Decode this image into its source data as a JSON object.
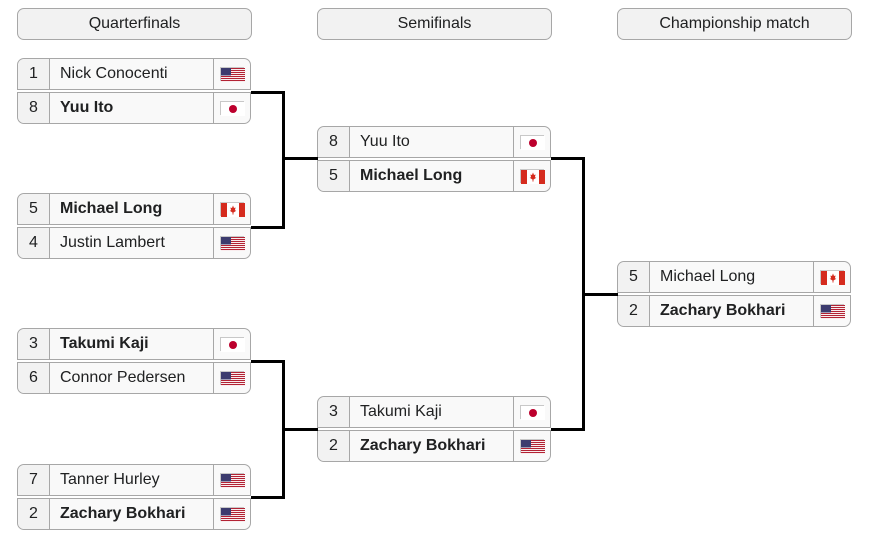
{
  "rounds": {
    "quarterfinals": "Quarterfinals",
    "semifinals": "Semifinals",
    "final": "Championship match"
  },
  "quarterfinals": [
    {
      "top": {
        "seed": "1",
        "name": "Nick Conocenti",
        "flag": "us-flag-icon",
        "winner": false
      },
      "bottom": {
        "seed": "8",
        "name": "Yuu Ito",
        "flag": "japan-flag-icon",
        "winner": true
      }
    },
    {
      "top": {
        "seed": "5",
        "name": "Michael Long",
        "flag": "canada-flag-icon",
        "winner": true
      },
      "bottom": {
        "seed": "4",
        "name": "Justin Lambert",
        "flag": "us-flag-icon",
        "winner": false
      }
    },
    {
      "top": {
        "seed": "3",
        "name": "Takumi Kaji",
        "flag": "japan-flag-icon",
        "winner": true
      },
      "bottom": {
        "seed": "6",
        "name": "Connor Pedersen",
        "flag": "us-flag-icon",
        "winner": false
      }
    },
    {
      "top": {
        "seed": "7",
        "name": "Tanner Hurley",
        "flag": "us-flag-icon",
        "winner": false
      },
      "bottom": {
        "seed": "2",
        "name": "Zachary Bokhari",
        "flag": "us-flag-icon",
        "winner": true
      }
    }
  ],
  "semifinals": [
    {
      "top": {
        "seed": "8",
        "name": "Yuu Ito",
        "flag": "japan-flag-icon",
        "winner": false
      },
      "bottom": {
        "seed": "5",
        "name": "Michael Long",
        "flag": "canada-flag-icon",
        "winner": true
      }
    },
    {
      "top": {
        "seed": "3",
        "name": "Takumi Kaji",
        "flag": "japan-flag-icon",
        "winner": false
      },
      "bottom": {
        "seed": "2",
        "name": "Zachary Bokhari",
        "flag": "us-flag-icon",
        "winner": true
      }
    }
  ],
  "final": [
    {
      "top": {
        "seed": "5",
        "name": "Michael Long",
        "flag": "canada-flag-icon",
        "winner": false
      },
      "bottom": {
        "seed": "2",
        "name": "Zachary Bokhari",
        "flag": "us-flag-icon",
        "winner": true
      }
    }
  ],
  "colors": {
    "border": "#a7a7a7",
    "header_bg": "#f2f2f2",
    "cell_bg": "#f9f9f9",
    "connector": "#000000",
    "flag_red": "#bc002d",
    "canada_red": "#d52b1e",
    "us_blue": "#3c3b6e",
    "us_red": "#b22234"
  }
}
